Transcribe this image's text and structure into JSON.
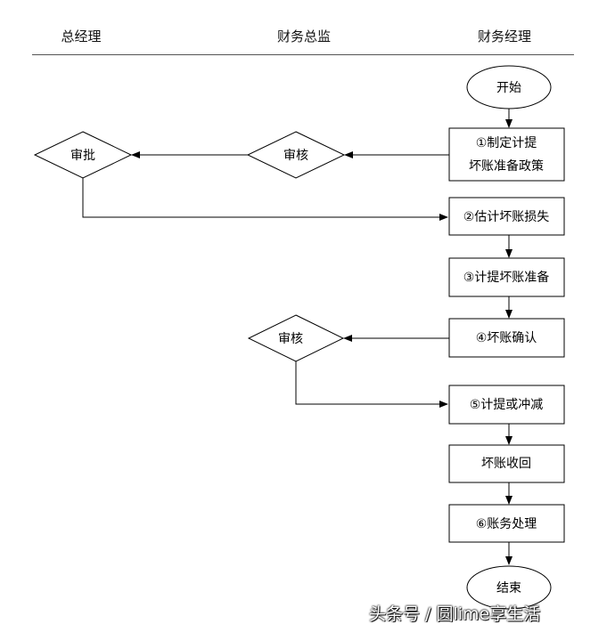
{
  "lanes": [
    "总经理",
    "财务总监",
    "财务经理"
  ],
  "nodes": {
    "start": "开始",
    "step1_line1": "①制定计提",
    "step1_line2": "坏账准备政策",
    "review1": "审核",
    "approve": "审批",
    "step2": "②估计坏账损失",
    "step3": "③计提坏账准备",
    "step4": "④坏账确认",
    "review2": "审核",
    "step5": "⑤计提或冲减",
    "recover": "坏账收回",
    "step6": "⑥账务处理",
    "end": "结束"
  },
  "watermark": "头条号 / 圆lime享生活"
}
